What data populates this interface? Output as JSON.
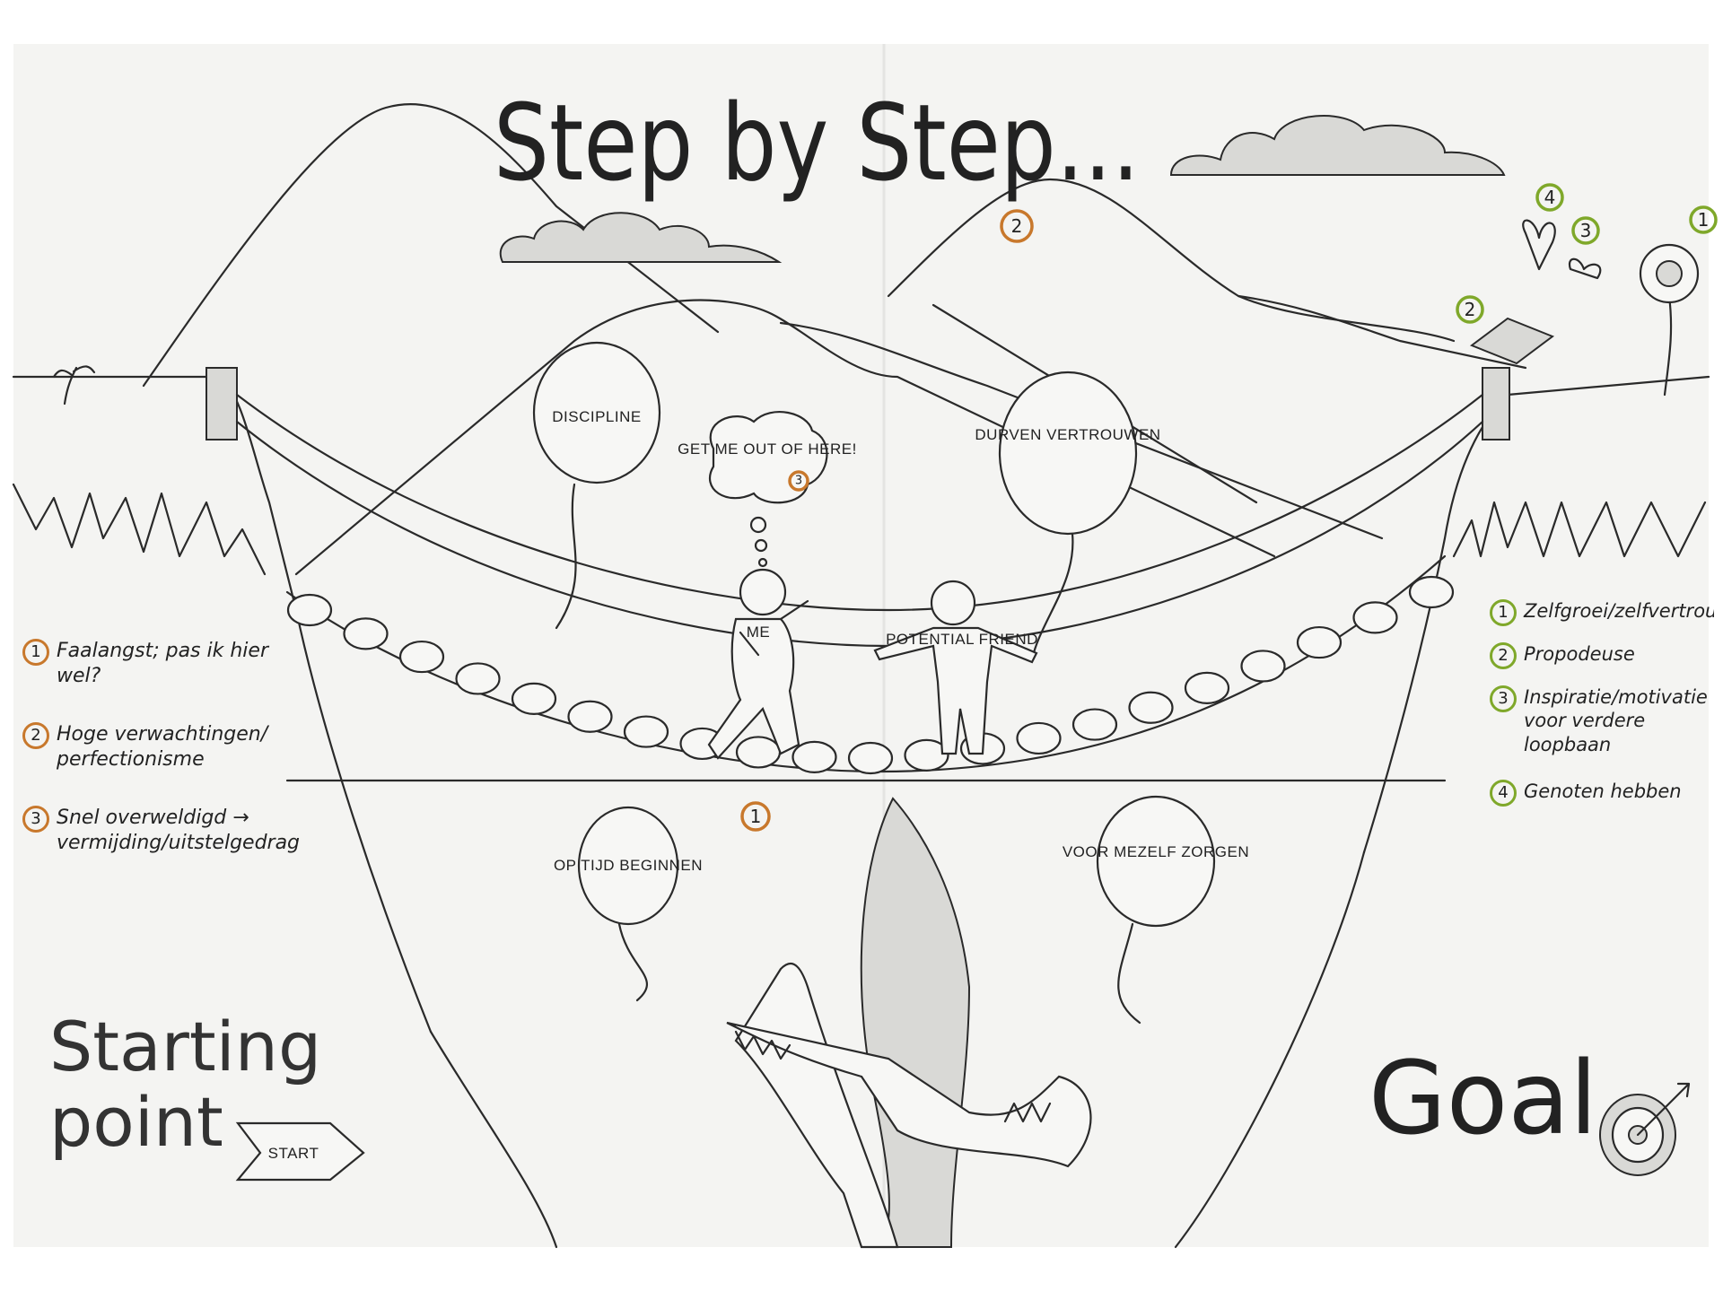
{
  "title": "Step by Step...",
  "balloons": {
    "discipline": "DISCIPLINE",
    "durven": "DURVEN VERTROUWEN",
    "op_tijd": "OP TIJD BEGINNEN",
    "voor_mezelf": "VOOR MEZELF ZORGEN"
  },
  "thought_bubble": "GET ME OUT OF HERE!",
  "figures": {
    "me": "ME",
    "friend": "POTENTIAL FRIEND"
  },
  "obstacles": [
    {
      "num": "1",
      "text": "Faalangst; pas ik hier wel?"
    },
    {
      "num": "2",
      "text": "Hoge verwachtingen/ perfectionisme"
    },
    {
      "num": "3",
      "text": "Snel overweldigd → vermijding/uitstelgedrag"
    }
  ],
  "goals": [
    {
      "num": "1",
      "text": "Zelfgroei/zelfvertrou"
    },
    {
      "num": "2",
      "text": "Propodeuse"
    },
    {
      "num": "3",
      "text": "Inspiratie/motivatie voor verdere loopbaan"
    },
    {
      "num": "4",
      "text": "Genoten hebben"
    }
  ],
  "markers": {
    "one": "1",
    "two": "2",
    "three": "3",
    "four": "4"
  },
  "starting_point": "Starting point",
  "start_sign": "START",
  "goal": "Goal",
  "colors": {
    "obstacle": "#c8782c",
    "goal": "#7fa82a",
    "ink": "#2a2a2a"
  }
}
